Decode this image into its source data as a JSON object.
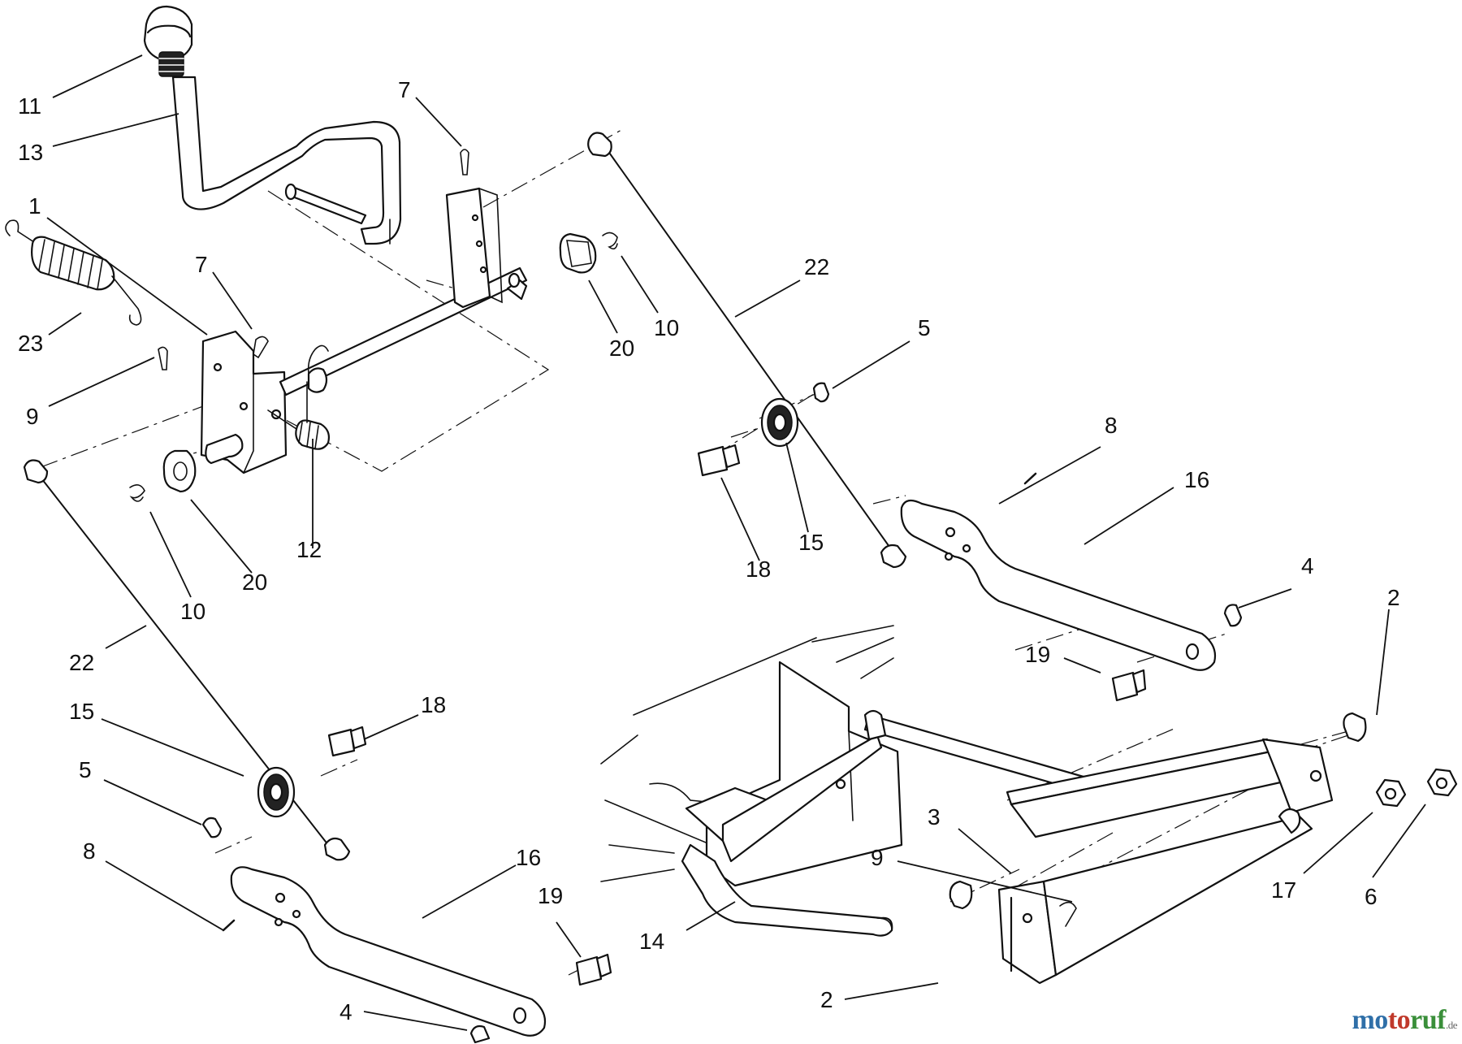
{
  "diagram": {
    "callouts": [
      {
        "id": "c-11",
        "text": "11"
      },
      {
        "id": "c-13",
        "text": "13"
      },
      {
        "id": "c-1",
        "text": "1"
      },
      {
        "id": "c-7a",
        "text": "7"
      },
      {
        "id": "c-7b",
        "text": "7"
      },
      {
        "id": "c-23",
        "text": "23"
      },
      {
        "id": "c-9a",
        "text": "9"
      },
      {
        "id": "c-20a",
        "text": "20"
      },
      {
        "id": "c-10a",
        "text": "10"
      },
      {
        "id": "c-22a",
        "text": "22"
      },
      {
        "id": "c-5a",
        "text": "5"
      },
      {
        "id": "c-8a",
        "text": "8"
      },
      {
        "id": "c-16a",
        "text": "16"
      },
      {
        "id": "c-18a",
        "text": "18"
      },
      {
        "id": "c-15a",
        "text": "15"
      },
      {
        "id": "c-4a",
        "text": "4"
      },
      {
        "id": "c-19a",
        "text": "19"
      },
      {
        "id": "c-2a",
        "text": "2"
      },
      {
        "id": "c-12",
        "text": "12"
      },
      {
        "id": "c-20b",
        "text": "20"
      },
      {
        "id": "c-10b",
        "text": "10"
      },
      {
        "id": "c-22b",
        "text": "22"
      },
      {
        "id": "c-15b",
        "text": "15"
      },
      {
        "id": "c-18b",
        "text": "18"
      },
      {
        "id": "c-5b",
        "text": "5"
      },
      {
        "id": "c-8b",
        "text": "8"
      },
      {
        "id": "c-16b",
        "text": "16"
      },
      {
        "id": "c-19b",
        "text": "19"
      },
      {
        "id": "c-14",
        "text": "14"
      },
      {
        "id": "c-4b",
        "text": "4"
      },
      {
        "id": "c-3",
        "text": "3"
      },
      {
        "id": "c-9b",
        "text": "9"
      },
      {
        "id": "c-17",
        "text": "17"
      },
      {
        "id": "c-6",
        "text": "6"
      },
      {
        "id": "c-2b",
        "text": "2"
      }
    ]
  },
  "watermark": {
    "part1": "mo",
    "part2": "to",
    "part3": "ruf",
    "tld": ".de"
  }
}
